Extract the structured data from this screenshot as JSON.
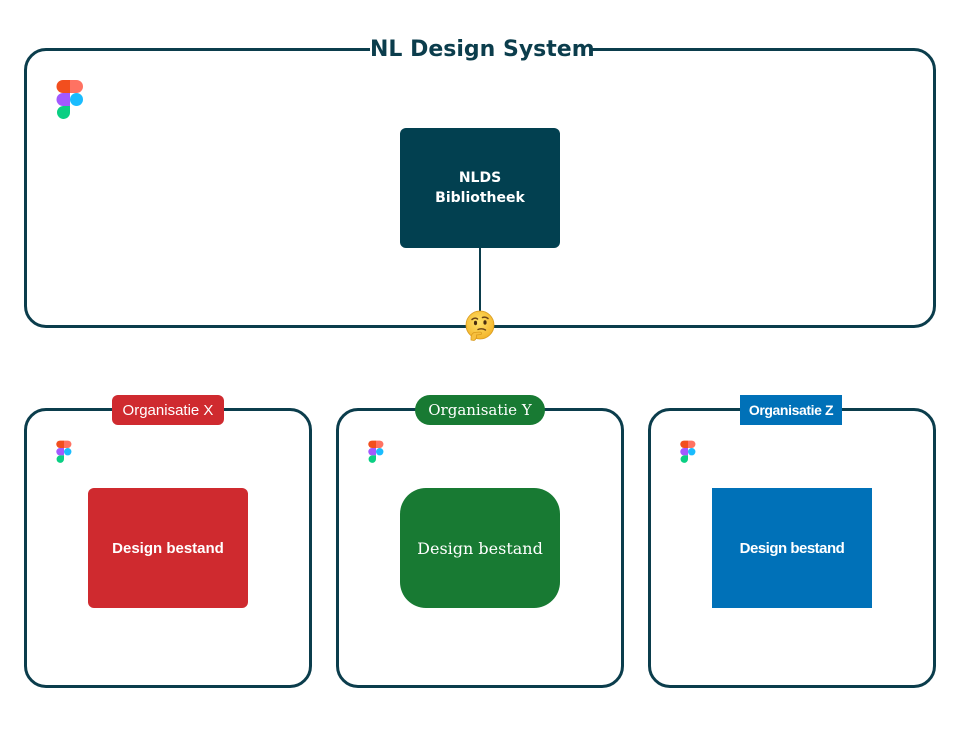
{
  "diagram": {
    "title": "NL Design System",
    "library_node": {
      "line1": "NLDS",
      "line2": "Bibliotheek"
    },
    "connector_emoji": "thinking-face-icon",
    "logo_icon": "figma-icon",
    "organisations": [
      {
        "label": "Organisatie X",
        "file_label": "Design bestand",
        "color": "#cf2a2f"
      },
      {
        "label": "Organisatie Y",
        "file_label": "Design bestand",
        "color": "#187a33"
      },
      {
        "label": "Organisatie Z",
        "file_label": "Design bestand",
        "color": "#0071b8"
      }
    ],
    "colors": {
      "frame_border": "#0b3d4c",
      "library_node": "#024050"
    }
  }
}
